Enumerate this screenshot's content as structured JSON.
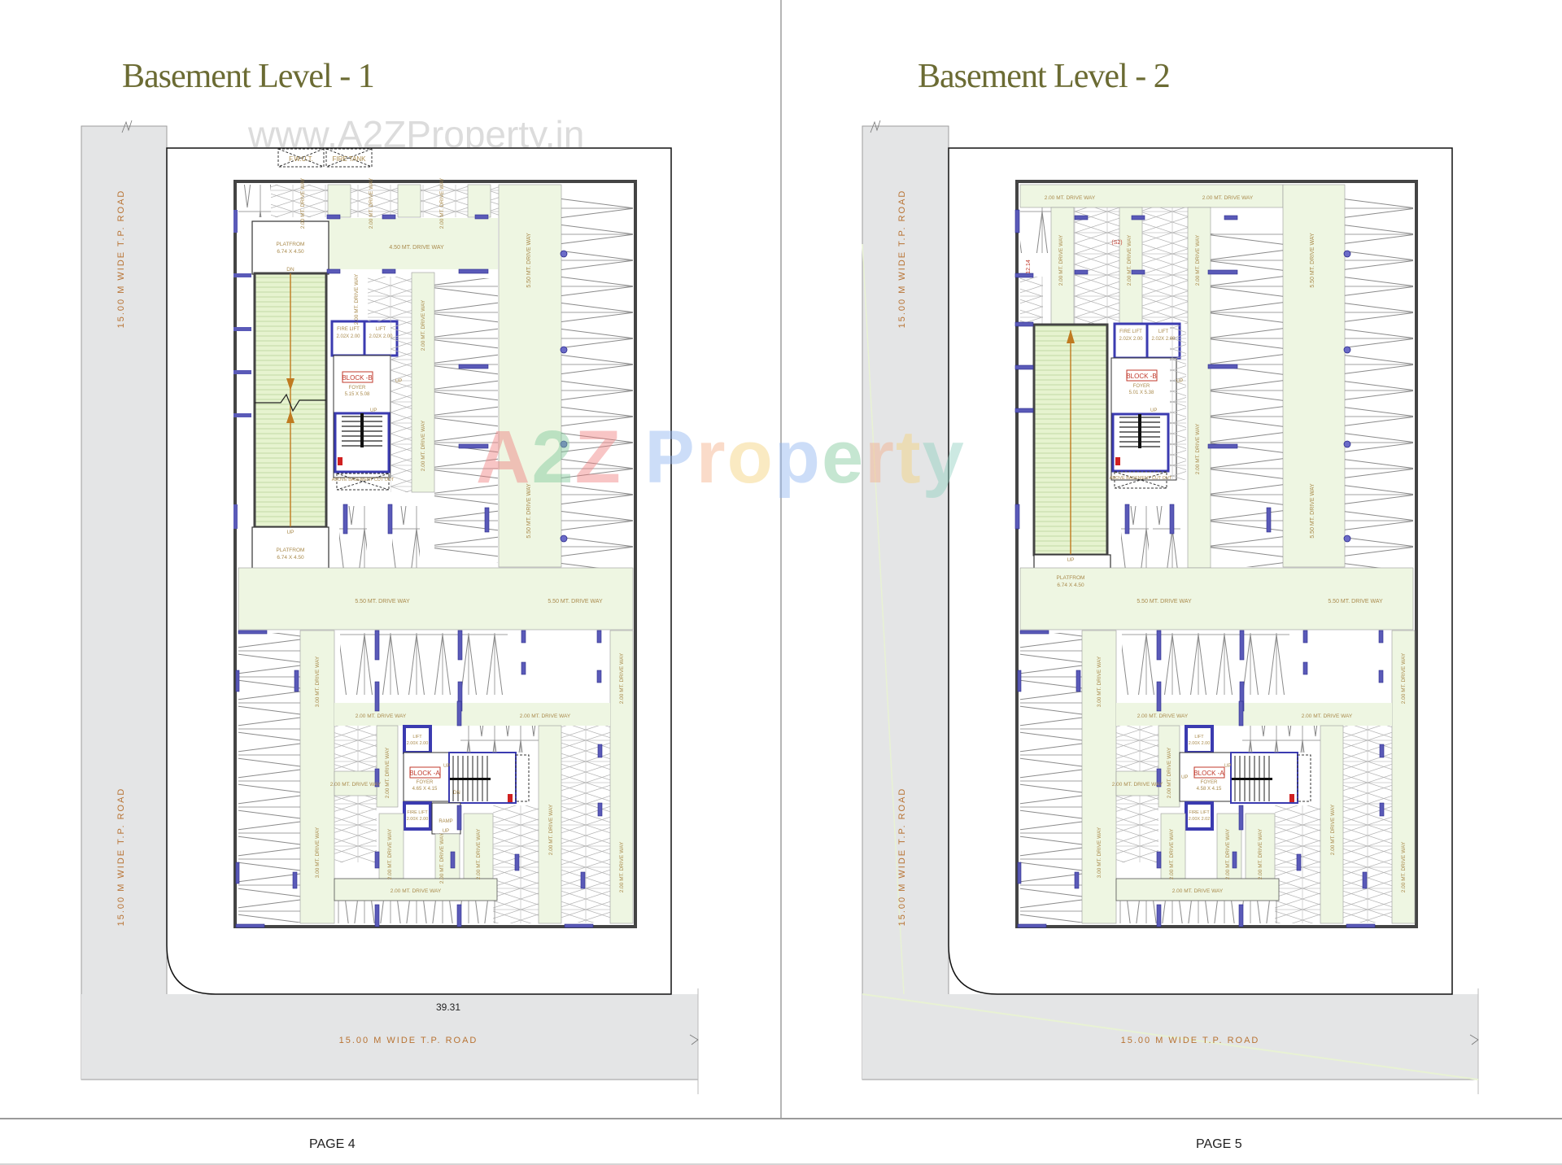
{
  "document": {
    "watermark_url": "www.A2ZProperty.in",
    "watermark_logo": {
      "letters": [
        {
          "ch": "A",
          "color": "#f08080"
        },
        {
          "ch": "2",
          "color": "#7fc89a"
        },
        {
          "ch": "Z",
          "color": "#f08080"
        },
        {
          "ch": " ",
          "color": "#ffffff"
        },
        {
          "ch": "P",
          "color": "#8fb4f0"
        },
        {
          "ch": "r",
          "color": "#f5b08a"
        },
        {
          "ch": "o",
          "color": "#f5d27a"
        },
        {
          "ch": "p",
          "color": "#8fb4f0"
        },
        {
          "ch": "e",
          "color": "#7fc89a"
        },
        {
          "ch": "r",
          "color": "#f5b08a"
        },
        {
          "ch": "t",
          "color": "#f5d27a"
        },
        {
          "ch": "y",
          "color": "#8fd0c0"
        }
      ]
    },
    "colors": {
      "title": "#6b6b33",
      "driveway_fill": "#eef6e2",
      "road_fill": "#e4e5e6",
      "label_text": "#a98a4c",
      "road_text": "#b87333",
      "column_blue": "#4040b0",
      "block_red": "#c0392b"
    }
  },
  "pages": [
    {
      "title": "Basement Level - 1",
      "page_label": "PAGE 4",
      "road_labels": {
        "left_top": "15.00 M  WIDE T.P. ROAD",
        "left_bottom": "15.00 M  WIDE T.P. ROAD",
        "bottom": "15.00 M  WIDE T.P. ROAD"
      },
      "dimension": "39.31",
      "top_boxes": [
        "F.W.U.T.",
        "FIRE TANK"
      ],
      "ramp": {
        "top_label": "DN",
        "bottom_label": "UP"
      },
      "platform_top": {
        "name": "PLATFROM",
        "size": "6.74 X 4.50"
      },
      "platform_bottom": {
        "name": "PLATFROM",
        "size": "6.74 X 4.50"
      },
      "driveways": {
        "top_small_1": "2.00 MT. DRIVE WAY",
        "top_small_2": "2.00 MT. DRIVE WAY",
        "top_small_3": "2.00 MT. DRIVE WAY",
        "main_450": "4.50 MT. DRIVE WAY",
        "vert_550_top": "5.50 MT. DRIVE WAY",
        "vert_550_bottom": "5.50 MT. DRIVE WAY",
        "vert_200_a": "2.00 MT. DRIVE WAY",
        "vert_200_b": "2.00 MT. DRIVE WAY",
        "vert_200_c": "2.00 MT. DRIVE WAY",
        "horiz_550_left": "5.50 MT. DRIVE WAY",
        "horiz_550_right": "5.50 MT. DRIVE WAY",
        "vert_300_left_top": "3.00 MT. DRIVE WAY",
        "vert_300_left_bottom": "3.00 MT. DRIVE WAY",
        "vert_200_right_top": "2.00 MT. DRIVE WAY",
        "vert_200_right_bottom": "2.00 MT. DRIVE WAY",
        "horiz_200_mid_left": "2.00 MT. DRIVE WAY",
        "horiz_200_mid_right": "2.00 MT. DRIVE WAY",
        "small_200_left": "2.00 MT. DRIVE WAY",
        "vert_200_blockA_left": "2.00 MT. DRIVE WAY",
        "vert_200_blockA_bottom": "2.00 MT. DRIVE WAY",
        "small_200_centre": "2.00 MT. DRIVE WAY",
        "vert_200_blockA_right": "2.00 MT. DRIVE WAY",
        "vert_200_far_right": "2.00 MT. DRIVE WAY",
        "horiz_200_bottom": "2.00 MT. DRIVE WAY"
      },
      "block_b": {
        "name": "BLOCK -B",
        "foyer": "FOYER",
        "foyer_size": "5.15 X 5.08",
        "fire_lift": "FIRE LIFT",
        "fire_lift_size": "2.02X 2.00",
        "lift": "LIFT",
        "lift_size": "2.02X 2.00",
        "up_1": "UP",
        "up_2": "UP",
        "cutout": "ABOVE BASEMENT CUT OUT"
      },
      "block_a": {
        "name": "BLOCK -A",
        "foyer": "FOYER",
        "foyer_size": "4.65 X 4.15",
        "lift": "LIFT",
        "lift_size": "2.00X 2.00",
        "fire_lift": "FIRE LIFT",
        "fire_lift_size": "2.00X 2.00",
        "ramp": "RAMP",
        "up": "UP",
        "dn": "DN",
        "ramp_up": "UP"
      }
    },
    {
      "title": "Basement Level - 2",
      "page_label": "PAGE 5",
      "road_labels": {
        "left_top": "15.00 M  WIDE T.P. ROAD",
        "left_bottom": "15.00 M  WIDE T.P. ROAD",
        "bottom": "15.00 M  WIDE T.P. ROAD"
      },
      "ramp": {
        "bottom_label": "UP"
      },
      "platform_bottom": {
        "name": "PLATFROM",
        "size": "6.74 X 4.50"
      },
      "marker_s2": "(S2)",
      "dimension_side": "12.14",
      "driveways": {
        "top_horiz_left": "2.00 MT. DRIVE WAY",
        "top_horiz_right": "2.00 MT. DRIVE WAY",
        "vert_200_a": "2.00 MT. DRIVE WAY",
        "vert_200_b": "2.00 MT. DRIVE WAY",
        "vert_200_c": "2.00 MT. DRIVE WAY",
        "vert_200_d": "2.00 MT. DRIVE WAY",
        "vert_550_top": "5.50 MT. DRIVE WAY",
        "vert_550_bottom": "5.50 MT. DRIVE WAY",
        "horiz_550_left": "5.50 MT. DRIVE WAY",
        "horiz_550_right": "5.50 MT. DRIVE WAY",
        "vert_300_left_top": "3.00 MT. DRIVE WAY",
        "vert_300_left_bottom": "3.00 MT. DRIVE WAY",
        "vert_200_right_top": "2.00 MT. DRIVE WAY",
        "vert_200_right_bottom": "2.00 MT. DRIVE WAY",
        "horiz_200_mid_left": "2.00 MT. DRIVE WAY",
        "horiz_200_mid_right": "2.00 MT. DRIVE WAY",
        "small_200_left": "2.00 MT. DRIVE WAY",
        "vert_200_blockA_left": "2.00 MT. DRIVE WAY",
        "vert_200_blockA_bottom": "2.00 MT. DRIVE WAY",
        "vert_200_centre": "2.00 MT. DRIVE WAY",
        "vert_200_blockA_right": "2.00 MT. DRIVE WAY",
        "vert_200_far_right": "2.00 MT. DRIVE WAY",
        "horiz_200_bottom": "2.00 MT. DRIVE WAY"
      },
      "block_b": {
        "name": "BLOCK -B",
        "foyer": "FOYER",
        "foyer_size": "5.01 X 5.38",
        "fire_lift": "FIRE LIFT",
        "fire_lift_size": "2.02X 2.00",
        "lift": "LIFT",
        "lift_size": "2.02X 2.00",
        "up_1": "UP",
        "up_2": "UP",
        "cutout": "ABOVE BASEMENT CUT OUT"
      },
      "block_a": {
        "name": "BLOCK -A",
        "foyer": "FOYER",
        "foyer_size": "4.58 X 4.15",
        "lift": "LIFT",
        "lift_size": "2.00X 2.00",
        "fire_lift": "FIRE LIFT",
        "fire_lift_size": "2.00X 2.02",
        "up": "UP",
        "up_left": "UP"
      }
    }
  ]
}
